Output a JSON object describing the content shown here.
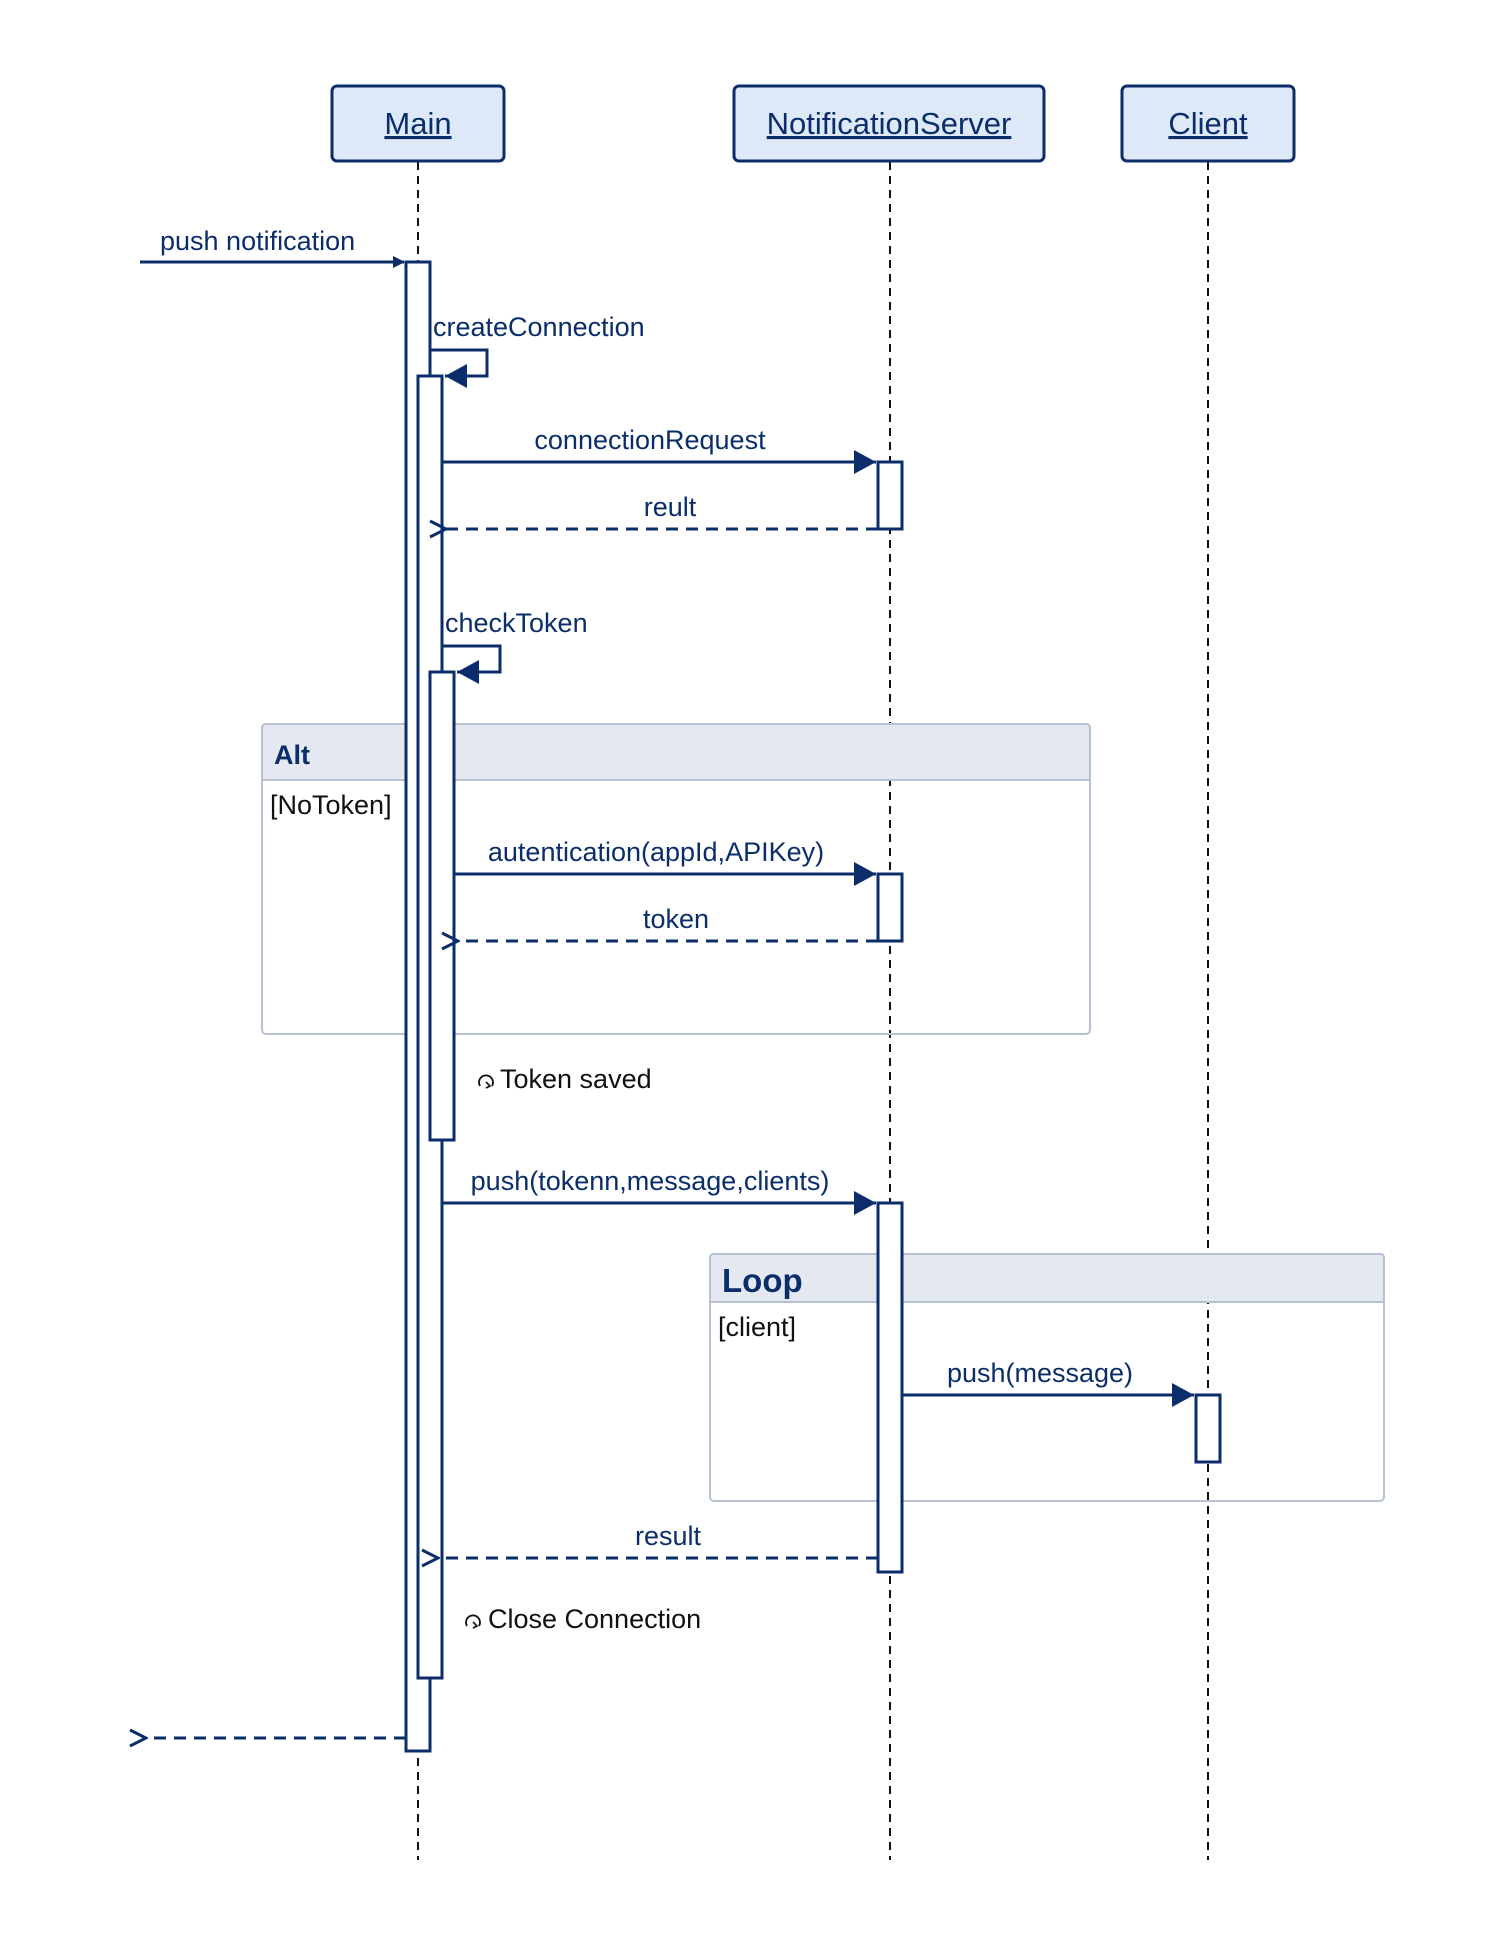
{
  "actors": {
    "main": "Main",
    "server": "NotificationServer",
    "client": "Client"
  },
  "messages": {
    "push_notification": "push notification",
    "create_connection": "createConnection",
    "connection_request": "connectionRequest",
    "reult": "reult",
    "check_token": "checkToken",
    "autentication": "autentication(appId,APIKey)",
    "token": "token",
    "push_tokenn": "push(tokenn,message,clients)",
    "push_message": "push(message)",
    "result": "result"
  },
  "frames": {
    "alt": {
      "title": "Alt",
      "guard": "[NoToken]"
    },
    "loop": {
      "title": "Loop",
      "guard": "[client]"
    }
  },
  "notes": {
    "token_saved": "Token saved",
    "close_connection": "Close Connection"
  },
  "colors": {
    "ink": "#0b2e6b",
    "actor_fill": "#dde9f7",
    "frame_header": "#e4e9f1",
    "frame_border": "#b6c2d2"
  }
}
